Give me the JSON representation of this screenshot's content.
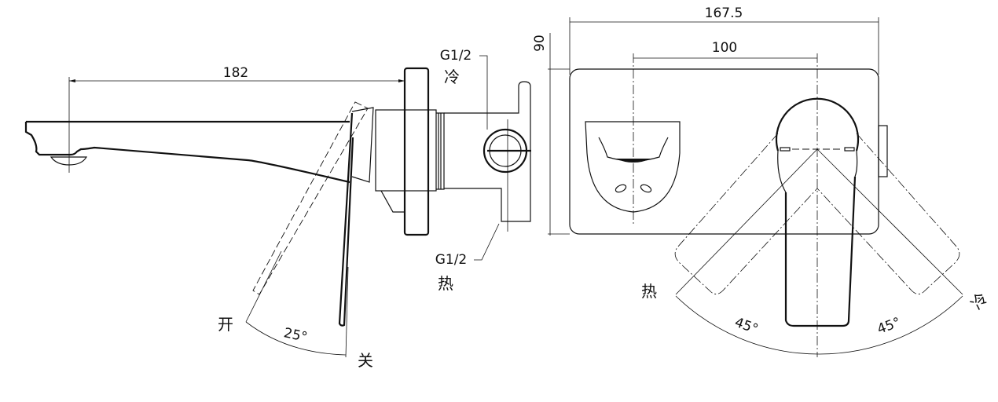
{
  "side_view": {
    "spout_length": "182",
    "inlet_top": {
      "thread": "G1/2",
      "label": "冷"
    },
    "inlet_bottom": {
      "thread": "G1/2",
      "label": "热"
    },
    "lever_angle": "25°",
    "open_label": "开",
    "close_label": "关"
  },
  "front_view": {
    "plate_width": "167.5",
    "center_distance": "100",
    "plate_height": "90",
    "hot_label": "热",
    "cold_label": "冷",
    "hot_angle": "45°",
    "cold_angle": "45°"
  },
  "colors": {
    "line": "#111111",
    "background": "#ffffff"
  }
}
